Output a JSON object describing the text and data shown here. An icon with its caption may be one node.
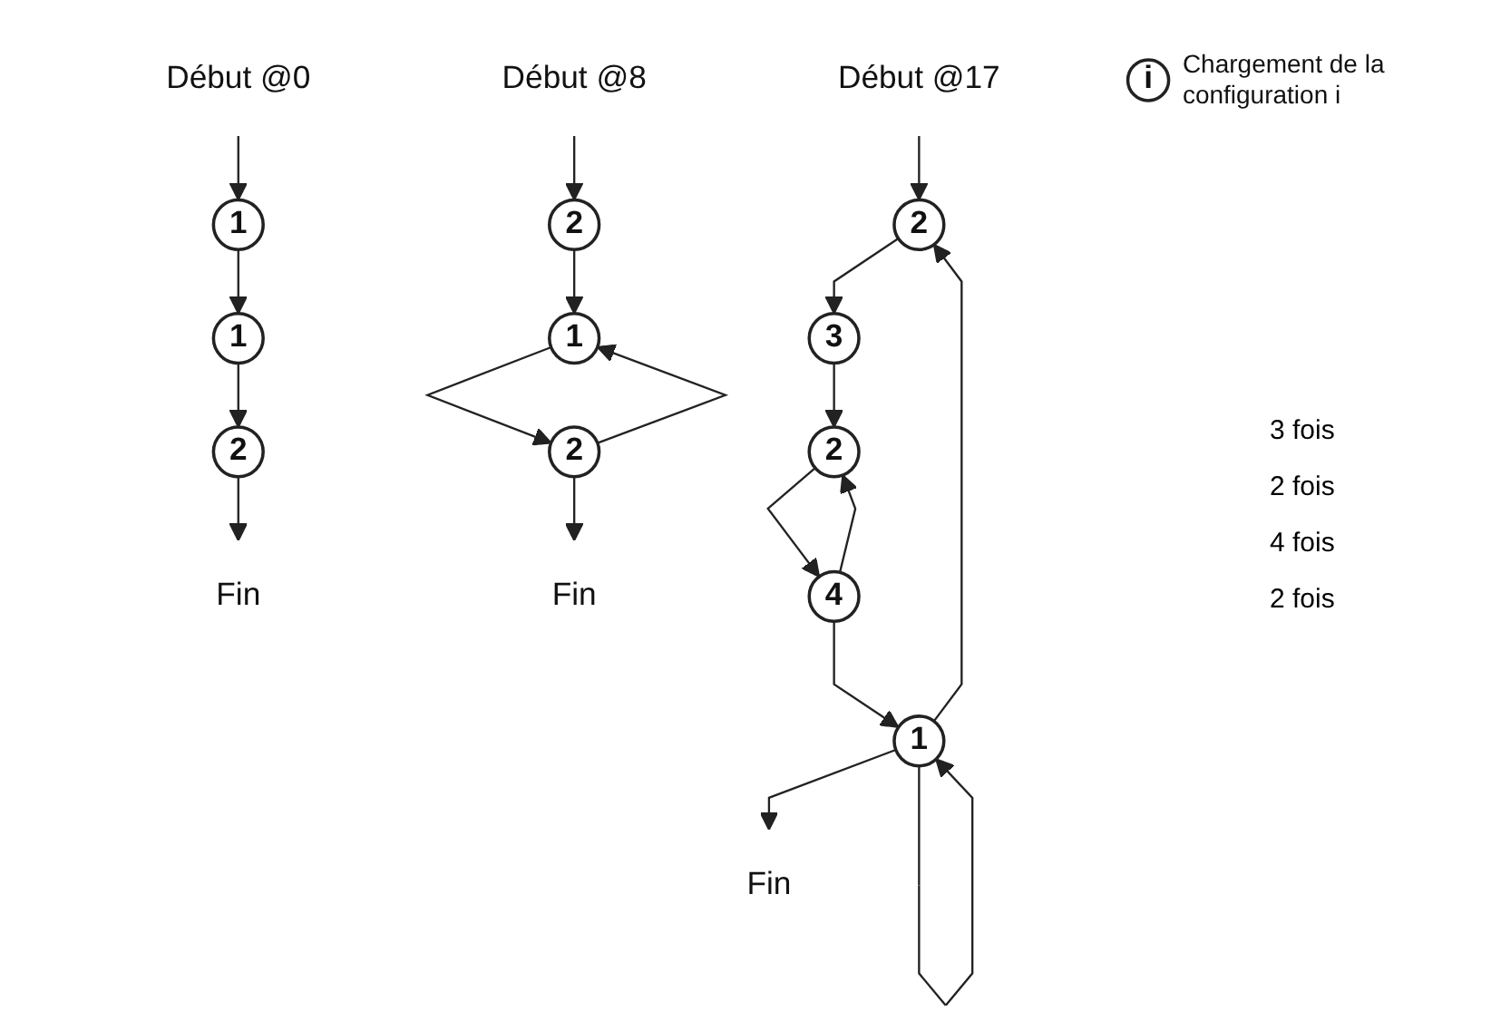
{
  "diagram": {
    "nodes": [
      {
        "text": [
          "Début @0"
        ]
      },
      {
        "text": [
          "1"
        ]
      },
      {
        "text": [
          "1"
        ]
      },
      {
        "text": [
          "2"
        ]
      },
      {
        "text": [
          "Fin"
        ]
      },
      {
        "text": [
          "Début @8"
        ]
      },
      {
        "text": [
          "2"
        ]
      },
      {
        "text": [
          "1"
        ]
      },
      {
        "text": [
          "2"
        ]
      },
      {
        "text": [
          "Fin"
        ]
      },
      {
        "text": [
          "Début @17"
        ]
      },
      {
        "text": [
          "2"
        ]
      },
      {
        "text": [
          "3"
        ]
      },
      {
        "text": [
          "2"
        ]
      },
      {
        "text": [
          "4"
        ]
      },
      {
        "text": [
          "1"
        ]
      },
      {
        "text": [
          "Fin"
        ]
      },
      {
        "text": [
          "i"
        ],
        "beside": [
          "Chargement de la configuration i"
        ]
      }
    ],
    "edges": [
      {
        "from": 0,
        "to": 1,
        "arrow": "to"
      },
      {
        "from": 1,
        "to": 2,
        "arrow": "to"
      },
      {
        "from": 2,
        "to": 3,
        "arrow": "to"
      },
      {
        "from": 3,
        "to": 4,
        "arrow": "to"
      },
      {
        "from": 5,
        "to": 6,
        "arrow": "to"
      },
      {
        "from": 6,
        "to": 7,
        "arrow": "to"
      },
      {
        "from": 7,
        "to": 8,
        "arrow": "to"
      },
      {
        "from": 8,
        "to": 9,
        "arrow": "to"
      },
      {
        "from": 8,
        "to": 7,
        "arrow": "to"
      },
      {
        "from": 10,
        "to": 11,
        "arrow": "to"
      },
      {
        "from": 11,
        "to": 12,
        "arrow": "to"
      },
      {
        "from": 12,
        "to": 13,
        "arrow": "to"
      },
      {
        "from": 13,
        "to": 14,
        "arrow": "to"
      },
      {
        "from": 14,
        "to": 15,
        "arrow": "to"
      },
      {
        "from": 15,
        "to": 16,
        "arrow": "to"
      },
      {
        "from": 14,
        "to": 13,
        "arrow": "to"
      },
      {
        "from": 15,
        "to": 15,
        "arrow": "to"
      },
      {
        "from": 15,
        "to": 11,
        "arrow": "to"
      }
    ],
    "labels": [
      "3 fois",
      "2 fois",
      "4 fois",
      "2 fois"
    ]
  }
}
